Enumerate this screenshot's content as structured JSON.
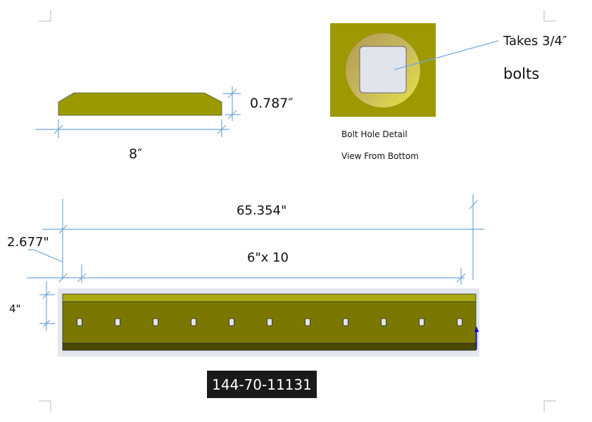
{
  "side_view": {
    "thickness_label": "0.787″",
    "width_label": "8″"
  },
  "bolt_detail": {
    "callout_line1": "Takes 3/4″",
    "callout_line2": "bolts",
    "caption_title": "Bolt Hole Detail",
    "caption_view": "View From Bottom"
  },
  "front_view": {
    "overall_length_label": "65.354\"",
    "offset_label": "2.677\"",
    "spacing_label": "6\"x 10",
    "height_label": "4\"",
    "hole_count": 11
  },
  "part_number": "144-70-11131",
  "colors": {
    "steel": "#9a9a00",
    "steel_mid": "#7a7800",
    "steel_dark": "#4a4800",
    "steel_top": "#aaaa12",
    "dimension": "#6fa8dc"
  }
}
